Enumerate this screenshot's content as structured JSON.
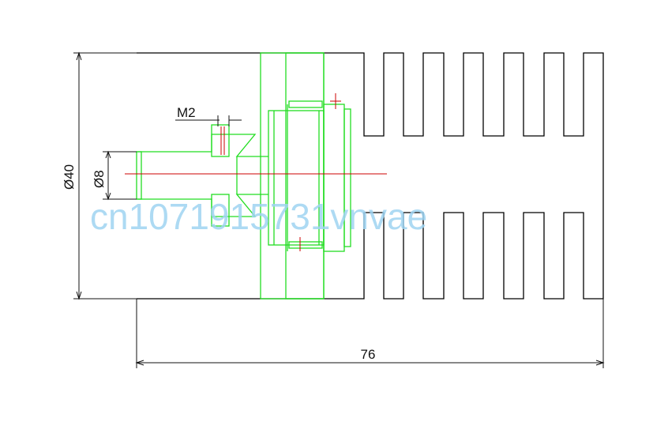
{
  "dimensions": {
    "overall_diameter": "Ø40",
    "connector_diameter": "Ø8",
    "thread": "M2",
    "overall_length": "76"
  },
  "watermark": "cn1071915731vnvae",
  "colors": {
    "outline": "#000000",
    "connector": "#22dd22",
    "centerline": "#cc0000",
    "dimension": "#111111",
    "watermark": "#9fd4f2"
  }
}
